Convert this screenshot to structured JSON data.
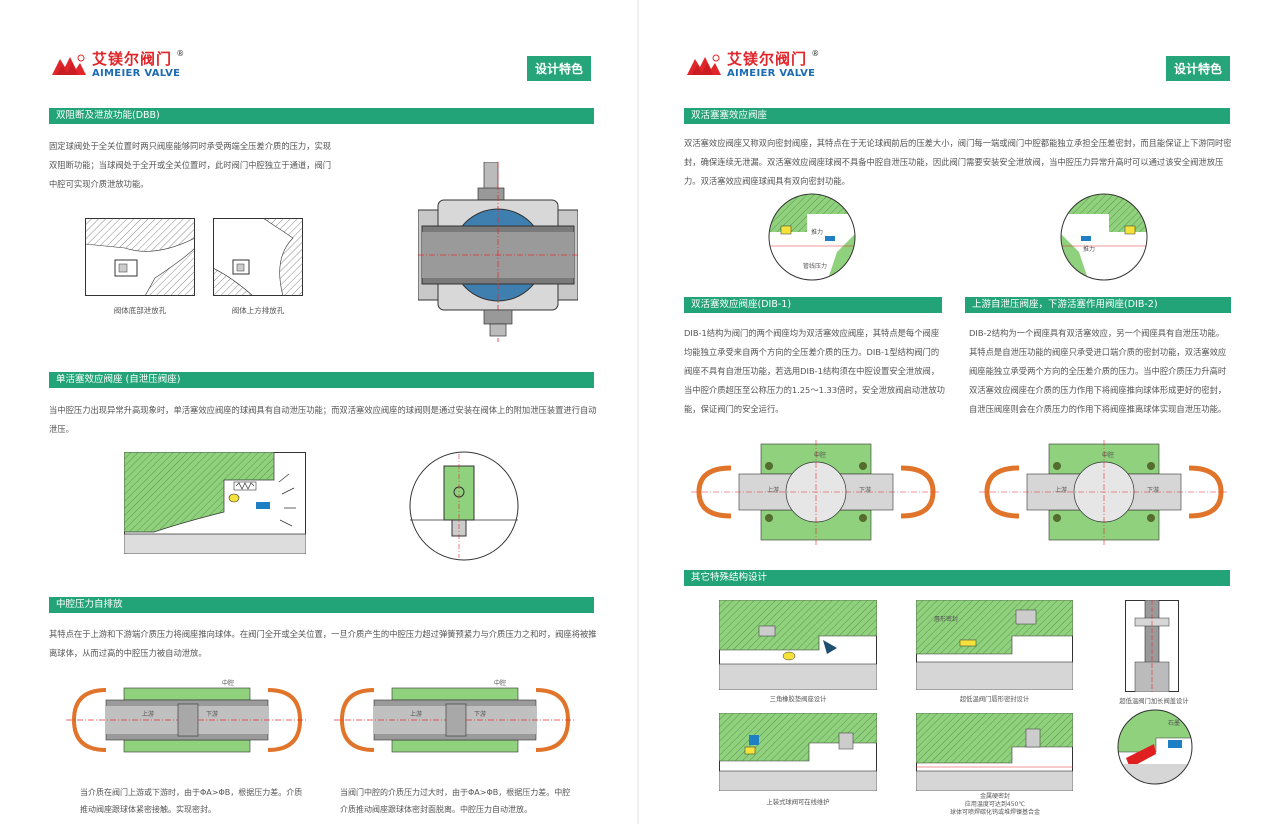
{
  "brand": {
    "name_cn": "艾镁尔阀门",
    "name_en": "AIMEIER VALVE",
    "reg": "®"
  },
  "tag_label": "设计特色",
  "left": {
    "sections": {
      "dbb": {
        "title": "双阻断及泄放功能(DBB)",
        "body": "固定球阀处于全关位置时两只阀座能够同时承受两端全压差介质的压力，实现双阻断功能；当球阀处于全开或全关位置时，此时阀门中腔独立于通道，阀门中腔可实现介质泄放功能。",
        "caption_bottom": "阀体底部泄放孔",
        "caption_top": "阀体上方排放孔"
      },
      "sib": {
        "title": "单活塞效应阀座 (自泄压阀座)",
        "body": "当中腔压力出现异常升高现象时，单活塞效应阀座的球阀具有自动泄压功能；而双活塞效应阀座的球阀则是通过安装在阀体上的附加泄压装置进行自动泄压。"
      },
      "cavity": {
        "title": "中腔压力自排放",
        "body": "其特点在于上游和下游端介质压力将阀座推向球体。在阀门全开或全关位置，一旦介质产生的中腔压力超过弹簧预紧力与介质压力之和时，阀座将被推离球体，从而过高的中腔压力被自动泄放。",
        "label_cavity": "中腔",
        "label_up": "上游",
        "label_down": "下游",
        "caption_a": "当介质在阀门上游或下游时，由于ΦA>ΦB，根据压力差。介质推动阀座跟球体紧密接触。实现密封。",
        "caption_b": "当阀门中腔的介质压力过大时，由于ΦA>ΦB，根据压力差。中腔介质推动阀座跟球体密封面脱离。中腔压力自动泄放。"
      }
    }
  },
  "right": {
    "sections": {
      "dpe": {
        "title": "双活塞塞效应阀座",
        "body": "双活塞效应阀座又称双向密封阀座，其特点在于无论球阀前后的压差大小，阀门每一端或阀门中腔都能独立承担全压差密封，而且能保证上下游同时密封，确保连续无泄漏。双活塞效应阀座球阀不具备中腔自泄压功能，因此阀门需要安装安全泄放阀，当中腔压力异常升高时可以通过该安全阀泄放压力。双活塞效应阀座球阀具有双向密封功能。",
        "label_push": "推力",
        "label_cavity_pressure": "管线压力"
      },
      "dib1": {
        "title": "双活塞效应阀座(DIB-1)",
        "body": "DIB-1结构为阀门的两个阀座均为双活塞效应阀座，其特点是每个阀座均能独立承受来自两个方向的全压差介质的压力。DIB-1型结构阀门的阀座不具有自泄压功能，若选用DIB-1结构须在中腔设置安全泄放阀，当中腔介质超压至公称压力的1.25～1.33倍时，安全泄放阀启动泄放功能，保证阀门的安全运行。",
        "label_cavity": "中腔",
        "label_up": "上游",
        "label_down": "下游"
      },
      "dib2": {
        "title": "上游自泄压阀座，下游活塞作用阀座(DIB-2)",
        "body": "DIB-2结构为一个阀座具有双活塞效应，另一个阀座具有自泄压功能。其特点是自泄压功能的阀座只承受进口端介质的密封功能，双活塞效应阀座能独立承受两个方向的全压差介质的压力。当中腔介质压力升高时双活塞效应阀座在介质的压力作用下将阀座推向球体形成更好的密封，自泄压阀座则会在介质压力的作用下将阀座推离球体实现自泄压功能。",
        "label_cavity": "中腔",
        "label_up": "上游",
        "label_down": "下游"
      },
      "special": {
        "title": "其它特殊结构设计",
        "cap1": "三角橡胶垫阀座设计",
        "cap2": "超低温阀门唇形密封设计",
        "cap3": "超低温阀门加长阀盖设计",
        "cap4": "上装式球阀可在线维护",
        "cap5_l1": "金属硬密封",
        "cap5_l2": "应用温度可达到450℃",
        "cap5_l3": "球体可喷焊碳化钨或堆焊镍基合金",
        "label_lip": "唇形密封",
        "label_graphite": "石墨"
      }
    }
  },
  "colors": {
    "green": "#23a478",
    "seat_green": "#8fd17c",
    "orange": "#e0742a",
    "blue": "#1e7fc4",
    "logo_red": "#e0262a",
    "logo_blue": "#1b6bb5"
  }
}
